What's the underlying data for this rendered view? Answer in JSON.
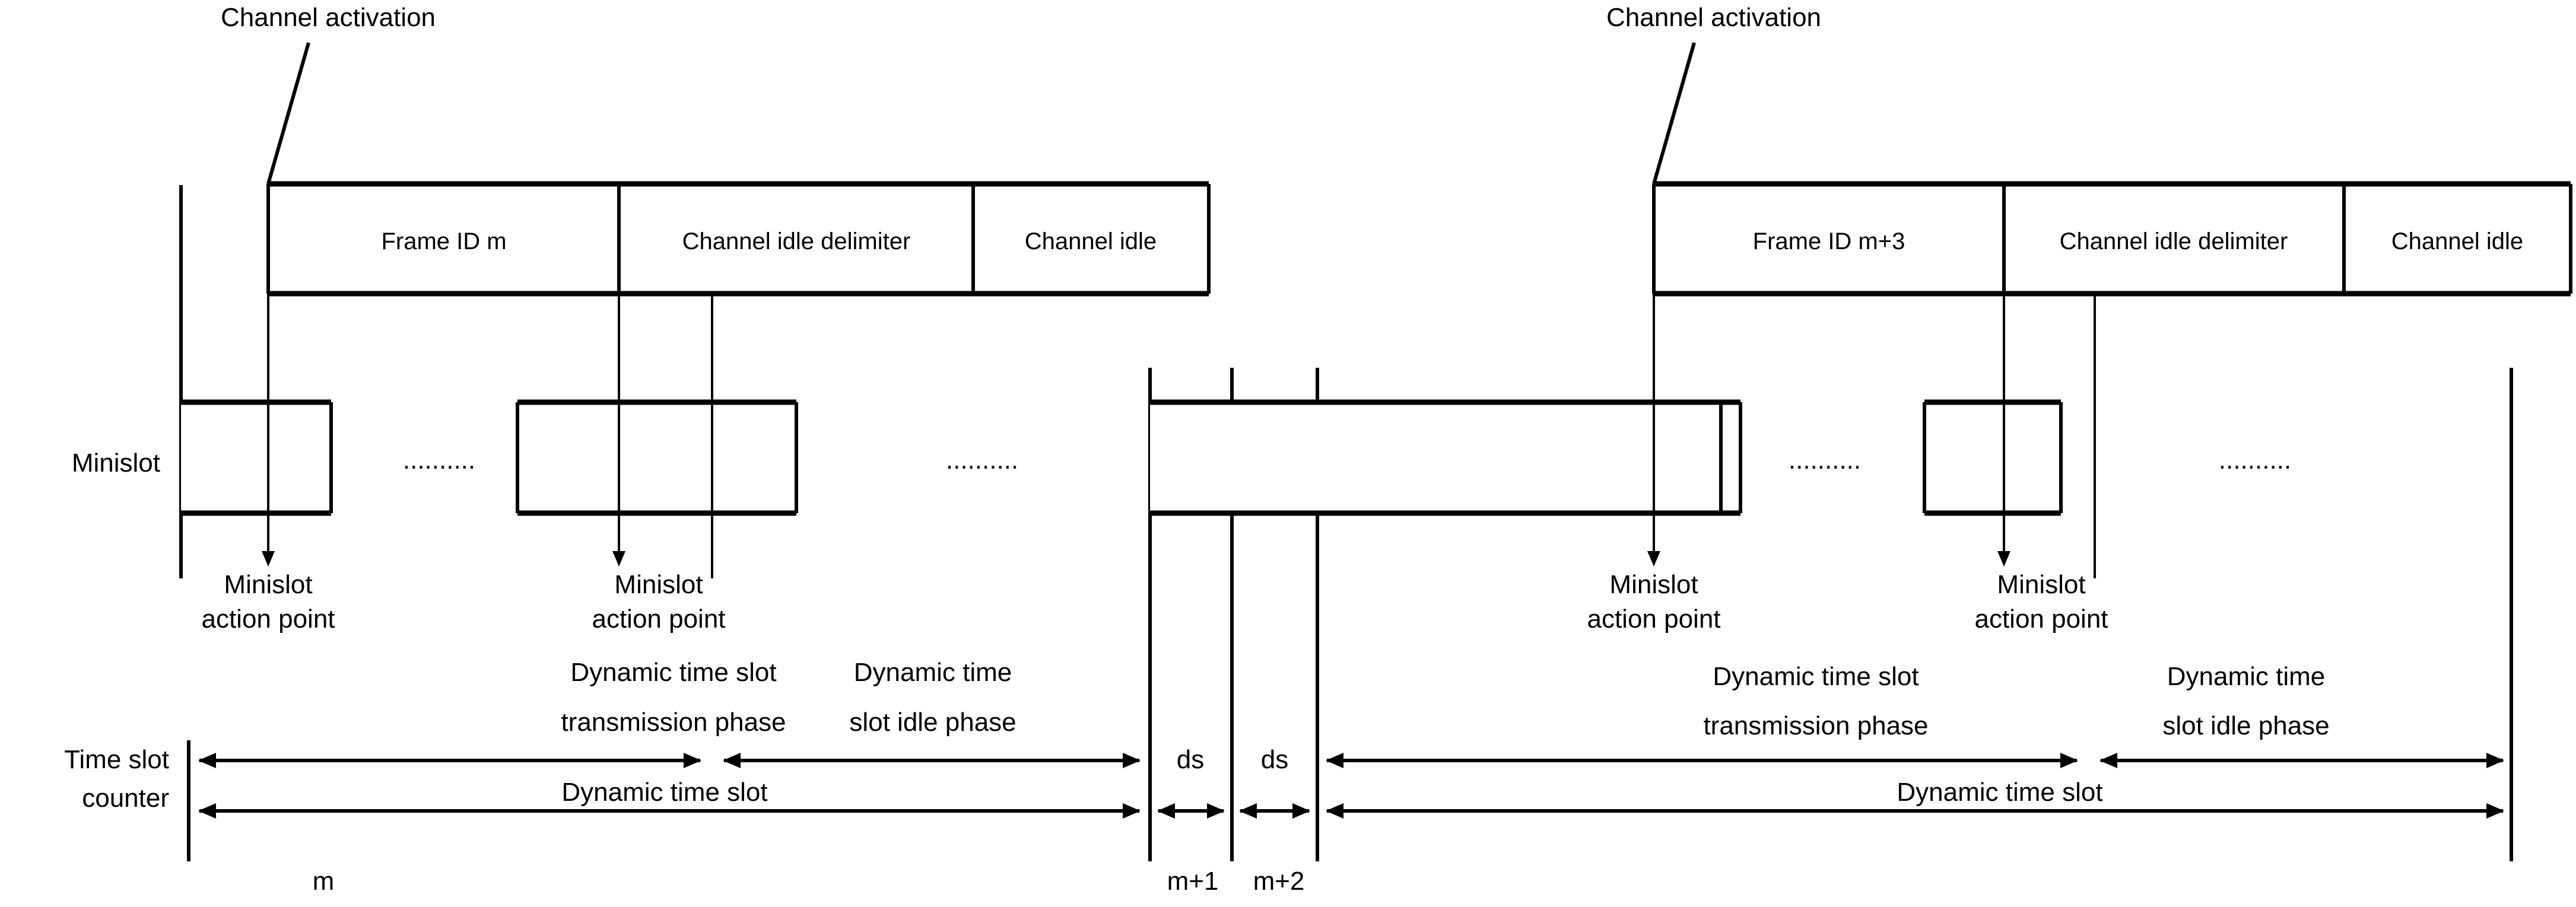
{
  "diagram": {
    "title_semantic": "FlexRay dynamic segment timing diagram",
    "row_labels": {
      "minislot": "Minislot",
      "time_slot_counter_line1": "Time slot",
      "time_slot_counter_line2": "counter"
    },
    "annotations": {
      "channel_activation": "Channel activation",
      "minislot_action_point_line1": "Minislot",
      "minislot_action_point_line2": "action point"
    },
    "frames": [
      {
        "id": "frame-left",
        "cells": [
          {
            "label": "Frame ID m"
          },
          {
            "label": "Channel idle delimiter"
          },
          {
            "label": "Channel idle"
          }
        ]
      },
      {
        "id": "frame-right",
        "cells": [
          {
            "label": "Frame ID m+3"
          },
          {
            "label": "Channel idle delimiter"
          },
          {
            "label": "Channel idle"
          }
        ]
      }
    ],
    "phases": {
      "transmission_line1": "Dynamic time slot",
      "transmission_line2": "transmission phase",
      "idle_line1": "Dynamic time",
      "idle_line2": "slot idle phase",
      "dynamic_time_slot": "Dynamic time slot",
      "ds": "ds"
    },
    "counters": {
      "m": "m",
      "m_plus_1": "m+1",
      "m_plus_2": "m+2"
    },
    "ellipsis": "..........",
    "colors": {
      "stroke": "#000000",
      "background": "#ffffff"
    }
  }
}
